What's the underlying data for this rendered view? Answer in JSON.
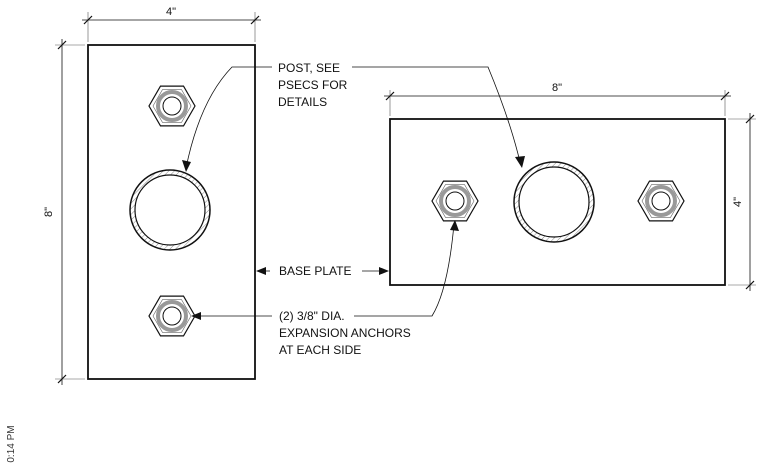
{
  "labels": {
    "post_line1": "POST, SEE",
    "post_line2": "PSECS FOR",
    "post_line3": "DETAILS",
    "base_plate": "BASE PLATE",
    "anchor_line1": "(2) 3/8\" DIA.",
    "anchor_line2": "EXPANSION ANCHORS",
    "anchor_line3": "AT EACH SIDE"
  },
  "dimensions": {
    "left_width": "4\"",
    "left_height": "8\"",
    "right_width": "8\"",
    "right_height": "4\""
  },
  "timestamp": "0:14 PM",
  "colors": {
    "line": "#111111",
    "hatch": "#888888",
    "background": "#ffffff"
  }
}
